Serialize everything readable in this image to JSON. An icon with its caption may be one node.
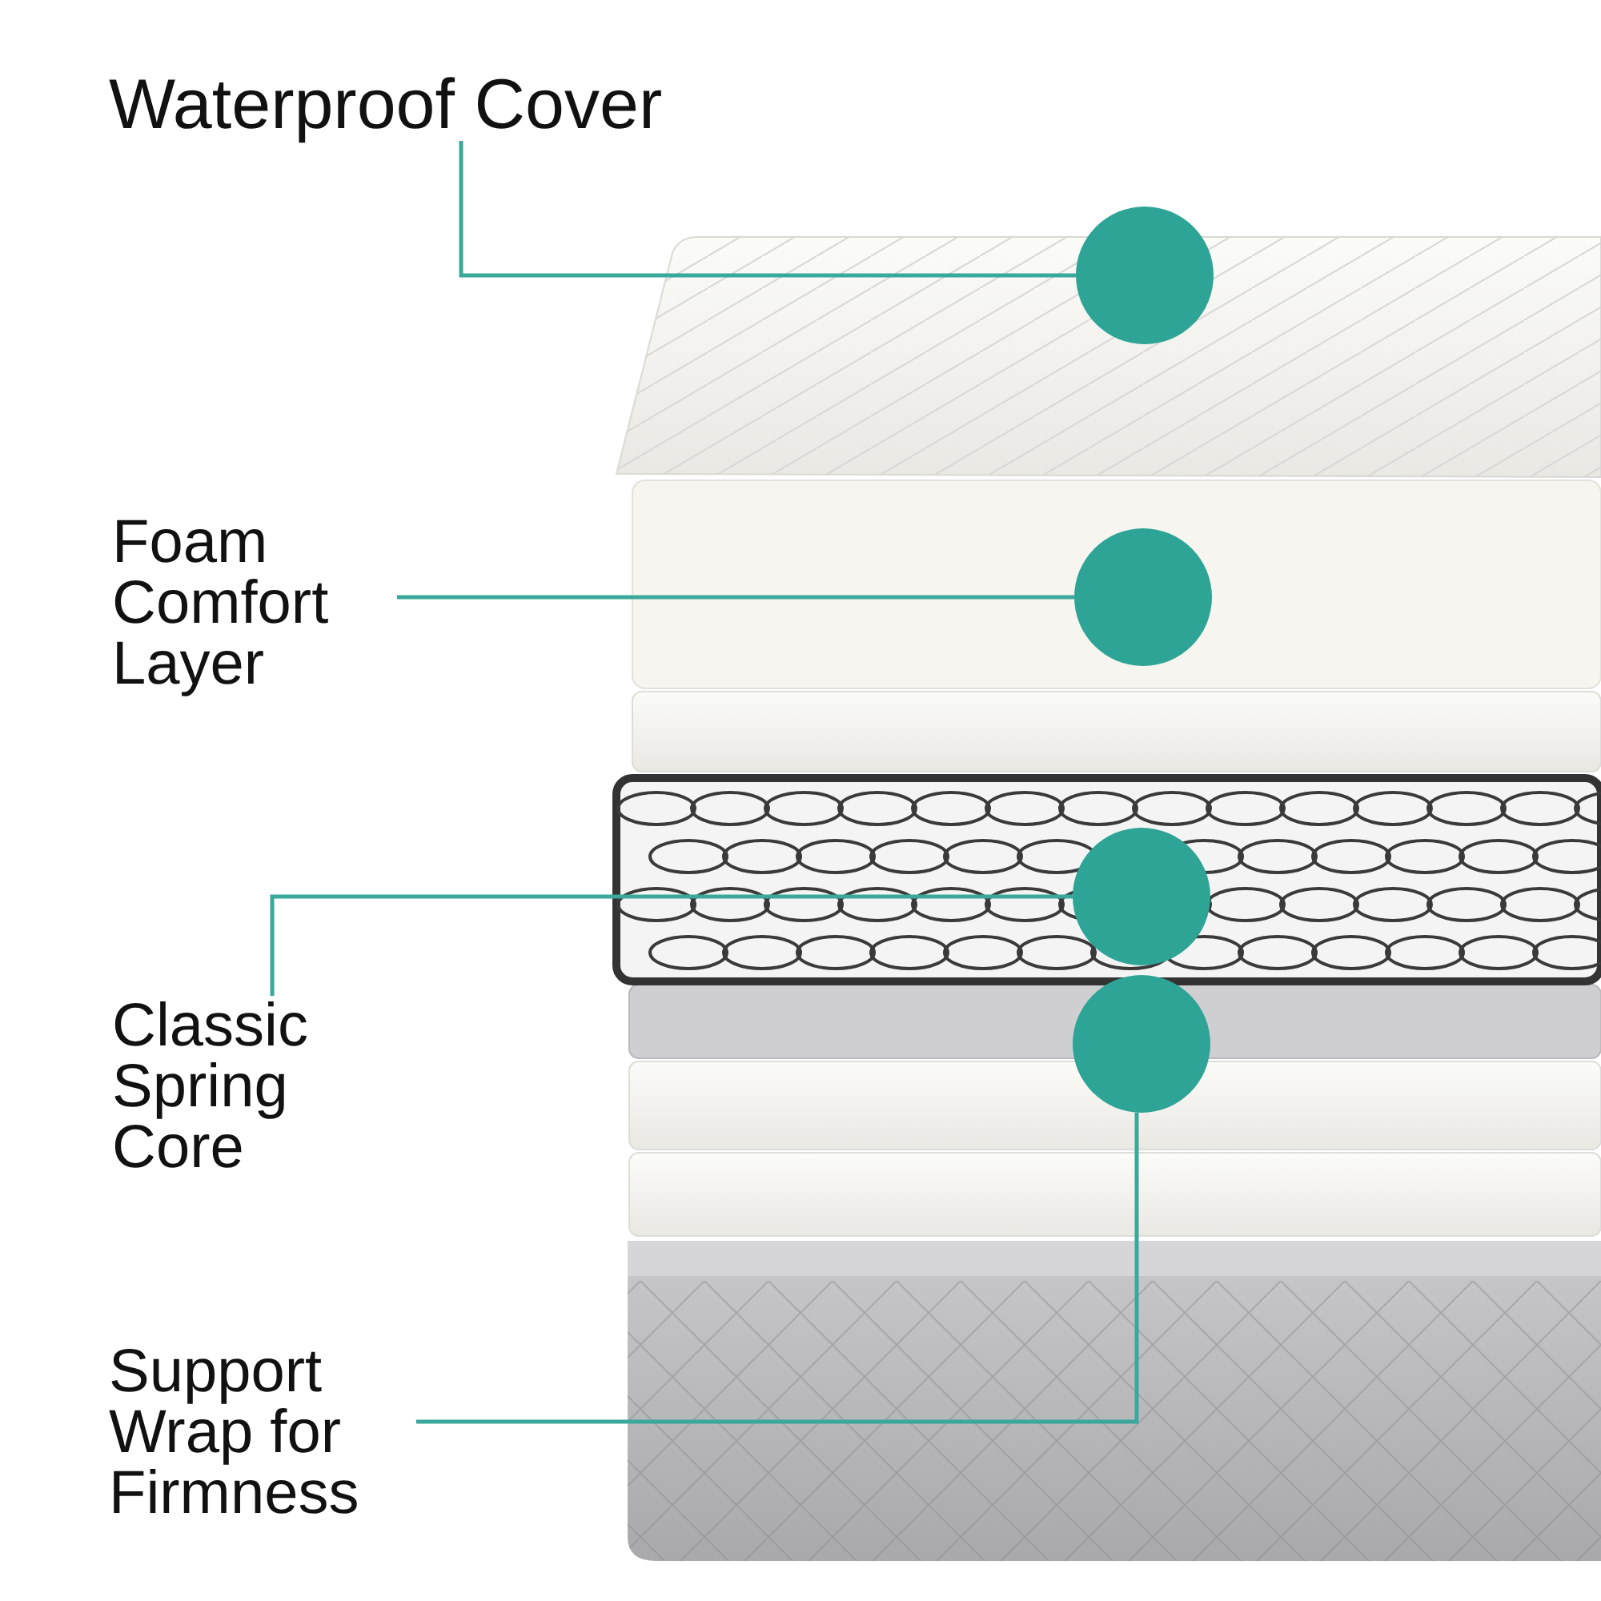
{
  "diagram": {
    "nodes": [
      {
        "text": [
          "Waterproof Cover"
        ]
      },
      {
        "text": [],
        "shape": "circle"
      },
      {
        "text": [
          "Foam Comfort Layer"
        ]
      },
      {
        "text": [],
        "shape": "circle"
      },
      {
        "text": [
          "Classic Spring Core"
        ]
      },
      {
        "text": [],
        "shape": "circle"
      },
      {
        "text": [
          "Support Wrap for Firmness"
        ]
      },
      {
        "text": [],
        "shape": "circle"
      }
    ],
    "edges": [
      {
        "from": 0,
        "to": 1,
        "arrow": "none"
      },
      {
        "from": 2,
        "to": 3,
        "arrow": "none"
      },
      {
        "from": 4,
        "to": 5,
        "arrow": "none"
      },
      {
        "from": 6,
        "to": 7,
        "arrow": "none"
      }
    ]
  }
}
